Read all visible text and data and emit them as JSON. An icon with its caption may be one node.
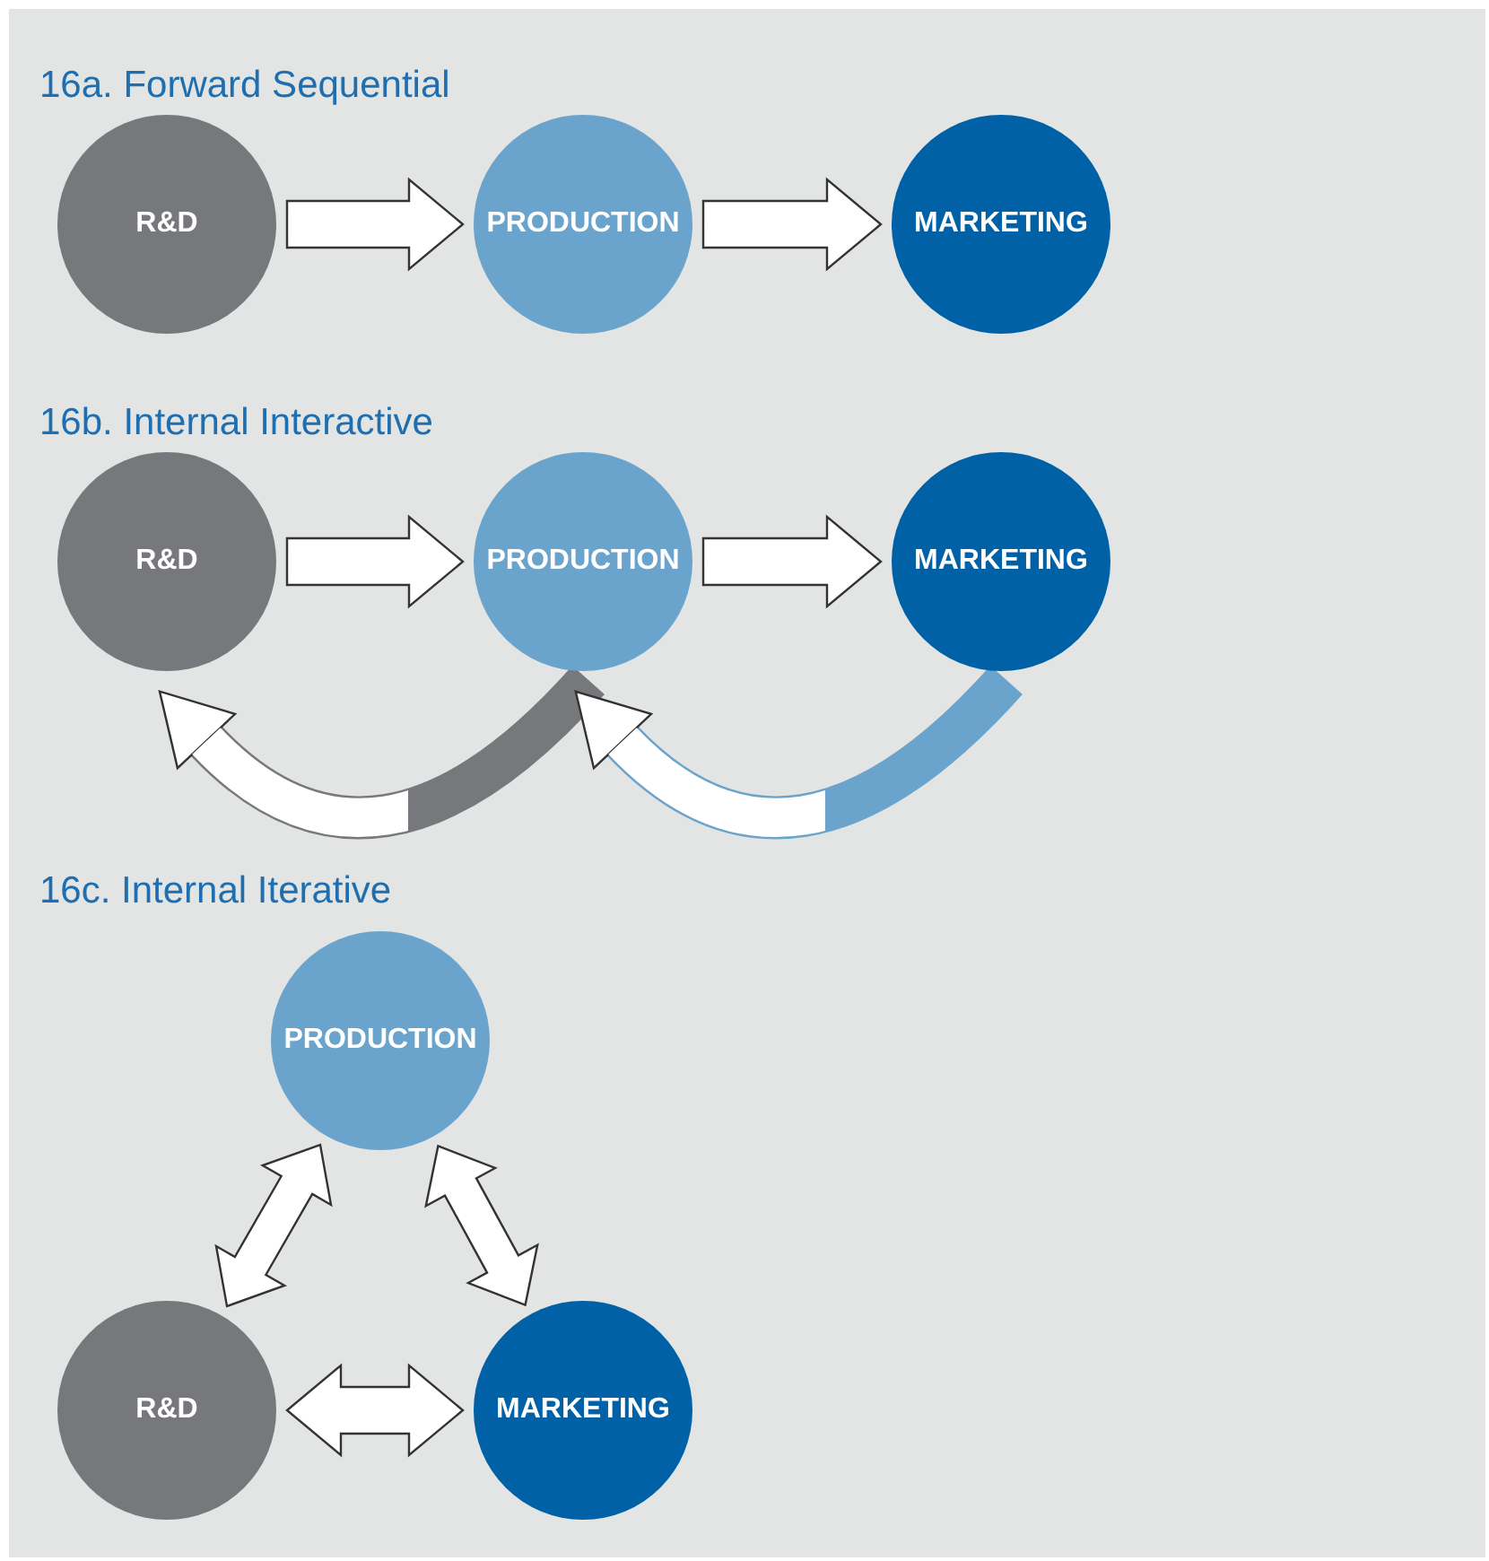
{
  "diagram": {
    "nodes": [
      {
        "text": [
          "R&D"
        ]
      },
      {
        "text": [
          "PRODUCTION"
        ]
      },
      {
        "text": [
          "MARKETING"
        ]
      },
      {
        "text": [
          "R&D"
        ]
      },
      {
        "text": [
          "PRODUCTION"
        ]
      },
      {
        "text": [
          "MARKETING"
        ]
      },
      {
        "text": [
          "PRODUCTION"
        ]
      },
      {
        "text": [
          "R&D"
        ]
      },
      {
        "text": [
          "MARKETING"
        ]
      }
    ],
    "edges": [
      {
        "from": 0,
        "to": 1,
        "arrow": "to"
      },
      {
        "from": 1,
        "to": 2,
        "arrow": "to"
      },
      {
        "from": 3,
        "to": 4,
        "arrow": "to"
      },
      {
        "from": 4,
        "to": 5,
        "arrow": "to"
      },
      {
        "from": 4,
        "to": 3,
        "arrow": "to",
        "color": "#77787b"
      },
      {
        "from": 5,
        "to": 4,
        "arrow": "to",
        "color": "#6aa3cb"
      },
      {
        "from": 6,
        "to": 7,
        "arrow": "both"
      },
      {
        "from": 6,
        "to": 8,
        "arrow": "both"
      },
      {
        "from": 7,
        "to": 8,
        "arrow": "both"
      }
    ],
    "labels": [
      "16a. Forward Sequential",
      "16b. Internal Interactive",
      "16c. Internal Iterative"
    ]
  }
}
